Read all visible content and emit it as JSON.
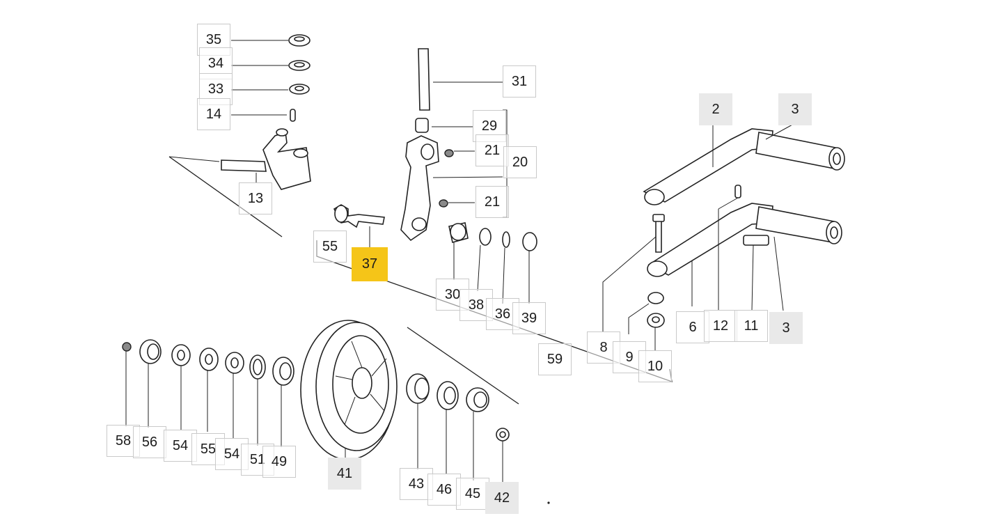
{
  "diagram": {
    "selected_callout": "37",
    "callouts": [
      {
        "id": "c35",
        "label": "35",
        "style": "plain"
      },
      {
        "id": "c34",
        "label": "34",
        "style": "plain"
      },
      {
        "id": "c33",
        "label": "33",
        "style": "plain"
      },
      {
        "id": "c14",
        "label": "14",
        "style": "plain"
      },
      {
        "id": "c13",
        "label": "13",
        "style": "plain"
      },
      {
        "id": "c31",
        "label": "31",
        "style": "plain"
      },
      {
        "id": "c29",
        "label": "29",
        "style": "plain"
      },
      {
        "id": "c21a",
        "label": "21",
        "style": "plain"
      },
      {
        "id": "c20",
        "label": "20",
        "style": "plain"
      },
      {
        "id": "c21b",
        "label": "21",
        "style": "plain"
      },
      {
        "id": "c55a",
        "label": "55",
        "style": "plain"
      },
      {
        "id": "c37",
        "label": "37",
        "style": "selected"
      },
      {
        "id": "c30",
        "label": "30",
        "style": "plain"
      },
      {
        "id": "c38",
        "label": "38",
        "style": "plain"
      },
      {
        "id": "c36",
        "label": "36",
        "style": "plain"
      },
      {
        "id": "c39",
        "label": "39",
        "style": "plain"
      },
      {
        "id": "c59",
        "label": "59",
        "style": "plain"
      },
      {
        "id": "c8",
        "label": "8",
        "style": "plain"
      },
      {
        "id": "c9",
        "label": "9",
        "style": "plain"
      },
      {
        "id": "c10",
        "label": "10",
        "style": "plain"
      },
      {
        "id": "c2",
        "label": "2",
        "style": "shaded"
      },
      {
        "id": "c3a",
        "label": "3",
        "style": "shaded"
      },
      {
        "id": "c6",
        "label": "6",
        "style": "plain"
      },
      {
        "id": "c12",
        "label": "12",
        "style": "plain"
      },
      {
        "id": "c11",
        "label": "11",
        "style": "plain"
      },
      {
        "id": "c3b",
        "label": "3",
        "style": "shaded"
      },
      {
        "id": "c58",
        "label": "58",
        "style": "plain"
      },
      {
        "id": "c56",
        "label": "56",
        "style": "plain"
      },
      {
        "id": "c54a",
        "label": "54",
        "style": "plain"
      },
      {
        "id": "c55b",
        "label": "55",
        "style": "plain"
      },
      {
        "id": "c54b",
        "label": "54",
        "style": "plain"
      },
      {
        "id": "c51",
        "label": "51",
        "style": "plain"
      },
      {
        "id": "c49",
        "label": "49",
        "style": "plain"
      },
      {
        "id": "c41",
        "label": "41",
        "style": "shaded"
      },
      {
        "id": "c43",
        "label": "43",
        "style": "plain"
      },
      {
        "id": "c46",
        "label": "46",
        "style": "plain"
      },
      {
        "id": "c45",
        "label": "45",
        "style": "plain"
      },
      {
        "id": "c42",
        "label": "42",
        "style": "shaded"
      }
    ],
    "colors": {
      "selected": "#f5c518",
      "shaded": "#e9e9e9",
      "line": "#222222"
    }
  }
}
